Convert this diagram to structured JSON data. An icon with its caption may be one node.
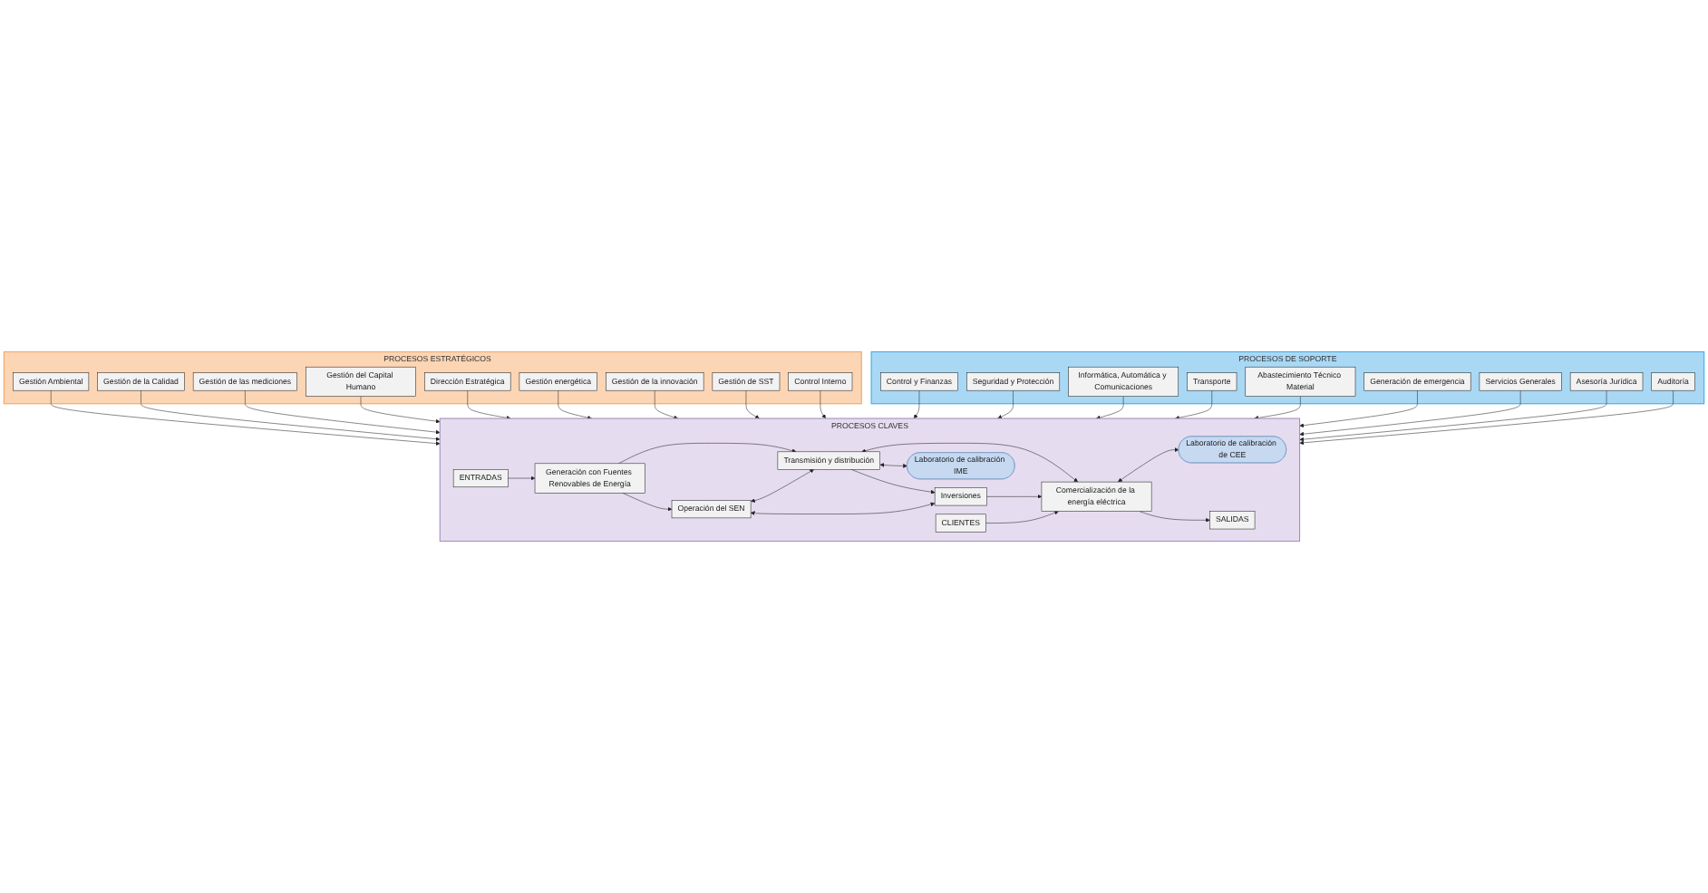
{
  "diagram": {
    "nodes": [
      {
        "text": [
          "PROCESOS ESTRATÉGICOS"
        ]
      },
      {
        "text": [
          "Gestión Ambiental"
        ],
        "in": 0
      },
      {
        "text": [
          "Gestión de la Calidad"
        ],
        "in": 0
      },
      {
        "text": [
          "Gestión de las mediciones"
        ],
        "in": 0
      },
      {
        "text": [
          "Gestión del Capital Humano"
        ],
        "in": 0
      },
      {
        "text": [
          "Dirección Estratégica"
        ],
        "in": 0
      },
      {
        "text": [
          "Gestión energética"
        ],
        "in": 0
      },
      {
        "text": [
          "Gestión de la innovación"
        ],
        "in": 0
      },
      {
        "text": [
          "Gestión de SST"
        ],
        "in": 0
      },
      {
        "text": [
          "Control Interno"
        ],
        "in": 0
      },
      {
        "text": [
          "PROCESOS CLAVES"
        ]
      },
      {
        "text": [
          "ENTRADAS"
        ],
        "in": 10
      },
      {
        "text": [
          "Generación con Fuentes Renovables de Energía"
        ],
        "in": 10
      },
      {
        "text": [
          "Operación del SEN"
        ],
        "in": 10
      },
      {
        "text": [
          "Transmisión y distribución"
        ],
        "in": 10
      },
      {
        "text": [
          "Inversiones"
        ],
        "in": 10
      },
      {
        "text": [
          "Laboratorio de calibración IME"
        ],
        "in": 10
      },
      {
        "text": [
          "Comercialización de la energía eléctrica"
        ],
        "in": 10
      },
      {
        "text": [
          "Laboratorio de calibración de CEE"
        ],
        "in": 10
      },
      {
        "text": [
          "CLIENTES"
        ],
        "in": 10
      },
      {
        "text": [
          "SALIDAS"
        ],
        "in": 10
      },
      {
        "text": [
          "PROCESOS DE SOPORTE"
        ]
      },
      {
        "text": [
          "Control y Finanzas"
        ],
        "in": 21
      },
      {
        "text": [
          "Seguridad y Protección"
        ],
        "in": 21
      },
      {
        "text": [
          "Informática, Automática y Comunicaciones"
        ],
        "in": 21
      },
      {
        "text": [
          "Transporte"
        ],
        "in": 21
      },
      {
        "text": [
          "Abastecimiento Técnico Material"
        ],
        "in": 21
      },
      {
        "text": [
          "Generación de emergencia"
        ],
        "in": 21
      },
      {
        "text": [
          "Servicios Generales"
        ],
        "in": 21
      },
      {
        "text": [
          "Asesoría Jurídica"
        ],
        "in": 21
      },
      {
        "text": [
          "Auditoría"
        ],
        "in": 21
      }
    ],
    "edges": [
      {
        "from": 1,
        "to": 10,
        "arrow": "to"
      },
      {
        "from": 2,
        "to": 10,
        "arrow": "to"
      },
      {
        "from": 3,
        "to": 10,
        "arrow": "to"
      },
      {
        "from": 4,
        "to": 10,
        "arrow": "to"
      },
      {
        "from": 5,
        "to": 10,
        "arrow": "to"
      },
      {
        "from": 6,
        "to": 10,
        "arrow": "to"
      },
      {
        "from": 7,
        "to": 10,
        "arrow": "to"
      },
      {
        "from": 8,
        "to": 10,
        "arrow": "to"
      },
      {
        "from": 9,
        "to": 10,
        "arrow": "to"
      },
      {
        "from": 11,
        "to": 12,
        "arrow": "to"
      },
      {
        "from": 12,
        "to": 13,
        "arrow": "to"
      },
      {
        "from": 12,
        "to": 14,
        "arrow": "to"
      },
      {
        "from": 15,
        "to": 13,
        "arrow": "both"
      },
      {
        "from": 13,
        "to": 14,
        "arrow": "both"
      },
      {
        "from": 14,
        "to": 17,
        "arrow": "both"
      },
      {
        "from": 14,
        "to": 15,
        "arrow": "to"
      },
      {
        "from": 15,
        "to": 17,
        "arrow": "to"
      },
      {
        "from": 14,
        "to": 16,
        "arrow": "both"
      },
      {
        "from": 17,
        "to": 18,
        "arrow": "both"
      },
      {
        "from": 19,
        "to": 17,
        "arrow": "to"
      },
      {
        "from": 17,
        "to": 20,
        "arrow": "to"
      },
      {
        "from": 22,
        "to": 10,
        "arrow": "to"
      },
      {
        "from": 23,
        "to": 10,
        "arrow": "to"
      },
      {
        "from": 24,
        "to": 10,
        "arrow": "to"
      },
      {
        "from": 25,
        "to": 10,
        "arrow": "to"
      },
      {
        "from": 26,
        "to": 10,
        "arrow": "to"
      },
      {
        "from": 27,
        "to": 10,
        "arrow": "to"
      },
      {
        "from": 28,
        "to": 10,
        "arrow": "to"
      },
      {
        "from": 29,
        "to": 10,
        "arrow": "to"
      },
      {
        "from": 30,
        "to": 10,
        "arrow": "to"
      }
    ]
  }
}
